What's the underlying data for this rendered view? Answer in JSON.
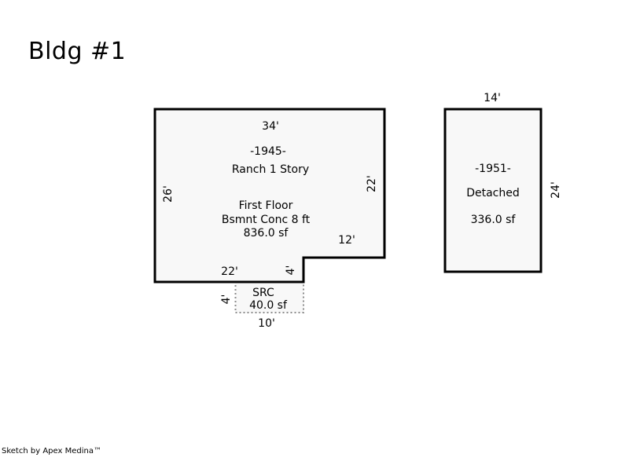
{
  "page": {
    "title": "Bldg #1",
    "footer": "Sketch by Apex Medina™"
  },
  "colors": {
    "background": "#ffffff",
    "outline": "#000000",
    "building_fill": "#f8f8f8",
    "dashed_outline": "#8c8c8c",
    "text": "#000000"
  },
  "main_building": {
    "year": "-1945-",
    "style": "Ranch 1 Story",
    "floor_label": "First Floor",
    "basement_label": "Bsmnt Conc 8 ft",
    "area": "836.0 sf",
    "dim_top": "34'",
    "dim_left": "26'",
    "dim_right": "22'",
    "dim_notch_width": "12'",
    "dim_notch_height": "4'",
    "dim_bottom": "22'"
  },
  "src_area": {
    "name": "SRC",
    "area": "40.0 sf",
    "dim_bottom": "10'",
    "dim_left": "4'"
  },
  "detached_building": {
    "year": "-1951-",
    "type": "Detached",
    "area": "336.0 sf",
    "dim_top": "14'",
    "dim_right": "24'"
  }
}
